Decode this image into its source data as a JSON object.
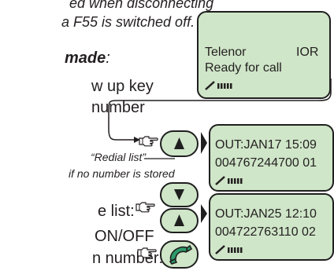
{
  "text": {
    "line1": "ed when disconnecting",
    "line2": "a F55 is switched off.",
    "heading": "made",
    "heading_colon": ":",
    "step1_line1": "w up key",
    "step1_line2": "number",
    "redial_label_line1": "“Redial list”",
    "redial_label_line2": "if no number is stored",
    "step2_line1": "e list:",
    "step2_line2": "ON/OFF",
    "step2_line3": "n number:"
  },
  "screens": {
    "ready": {
      "operator": "Telenor",
      "code": "IOR",
      "status": "Ready for call"
    },
    "entry1": {
      "line1": "OUT:JAN17  15:09",
      "line2": "004767244700  01"
    },
    "entry2": {
      "line1": "OUT:JAN25  12:10",
      "line2": "004722763110  02"
    }
  },
  "icons": {
    "up_key": "up-triangle-icon",
    "down_key": "down-triangle-icon",
    "call_key": "handset-icon",
    "pointer": "pointing-hand-icon",
    "signal": "antenna-signal-icon"
  },
  "colors": {
    "screen_fill": "#cfe6c8",
    "call_key_fill": "#2e9a6a",
    "ink": "#231f20"
  }
}
